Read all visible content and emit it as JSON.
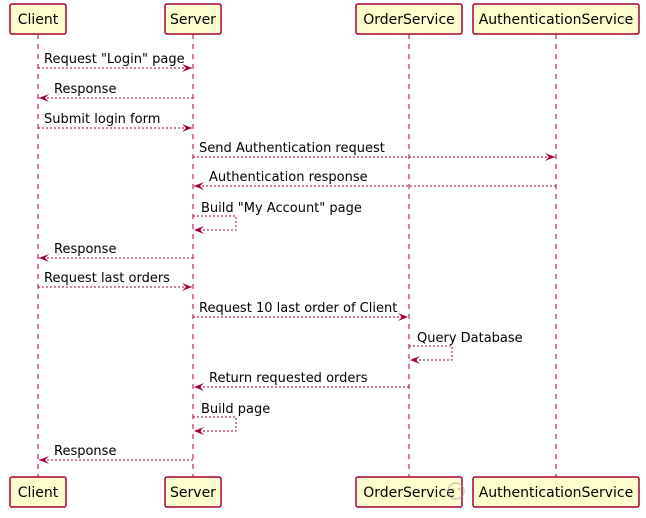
{
  "participants": [
    {
      "id": "client",
      "label": "Client"
    },
    {
      "id": "server",
      "label": "Server"
    },
    {
      "id": "orderservice",
      "label": "OrderService"
    },
    {
      "id": "authservice",
      "label": "AuthenticationService"
    }
  ],
  "messages": [
    {
      "from": "client",
      "to": "server",
      "label": "Request \"Login\" page"
    },
    {
      "from": "server",
      "to": "client",
      "label": "Response"
    },
    {
      "from": "client",
      "to": "server",
      "label": "Submit login form"
    },
    {
      "from": "server",
      "to": "authservice",
      "label": "Send Authentication request"
    },
    {
      "from": "authservice",
      "to": "server",
      "label": "Authentication response"
    },
    {
      "from": "server",
      "to": "server",
      "label": "Build \"My Account\" page"
    },
    {
      "from": "server",
      "to": "client",
      "label": "Response"
    },
    {
      "from": "client",
      "to": "server",
      "label": "Request last orders"
    },
    {
      "from": "server",
      "to": "orderservice",
      "label": "Request 10 last order of Client"
    },
    {
      "from": "orderservice",
      "to": "orderservice",
      "label": "Query Database"
    },
    {
      "from": "orderservice",
      "to": "server",
      "label": "Return requested orders"
    },
    {
      "from": "server",
      "to": "server",
      "label": "Build page"
    },
    {
      "from": "server",
      "to": "client",
      "label": "Response"
    }
  ],
  "colors": {
    "line": "#a80036",
    "box_fill": "#fefece",
    "text": "#000000"
  }
}
